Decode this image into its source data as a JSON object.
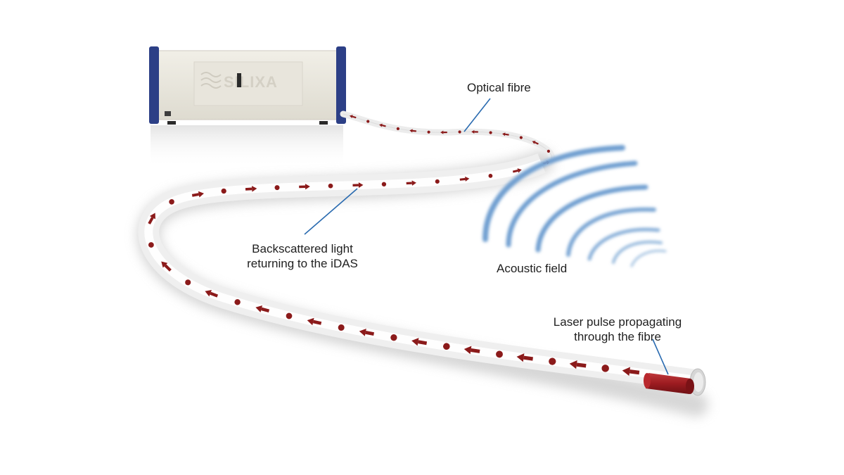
{
  "device": {
    "logo_text": "SILIXA"
  },
  "labels": {
    "optical_fibre": "Optical fibre",
    "backscatter_line1": "Backscattered light",
    "backscatter_line2": "returning to the iDAS",
    "acoustic_field": "Acoustic field",
    "laser_line1": "Laser pulse propagating",
    "laser_line2": "through the fibre"
  },
  "colors": {
    "arrow": "#8b1a1a",
    "wave": "#5b8fc4",
    "leader": "#2a6bb0",
    "device_frame": "#2c3f86",
    "device_body": "#ece9e0",
    "fibre": "#f2f2f2",
    "pulse": "#a11f24"
  }
}
